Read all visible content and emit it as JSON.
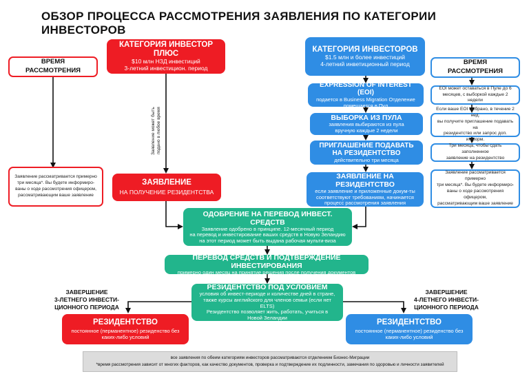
{
  "title": "ОБЗОР ПРОЦЕССА РАССМОТРЕНИЯ ЗАЯВЛЕНИЯ ПО КАТЕГОРИИ ИНВЕСТОРОВ",
  "colors": {
    "red": "#ee1c24",
    "blue": "#2f8de4",
    "green": "#22b58c"
  },
  "left": {
    "category": {
      "title": "КАТЕГОРИЯ ИНВЕСТОР ПЛЮС",
      "line1": "$10 млн НЗД инвестиций",
      "line2": "3-летний инвестицион. период"
    },
    "time_title": "ВРЕМЯ РАССМОТРЕНИЯ",
    "vertical_note": [
      "Заявление может быть",
      "подано в любое время"
    ],
    "application": {
      "title": "ЗАЯВЛЕНИЕ",
      "subtitle": "НА ПОЛУЧЕНИЕ РЕЗИДЕНТСТВА"
    },
    "application_note": [
      "Заявление рассматривается примерно",
      "три месяца*. Вы будете информиро-",
      "ваны о ходе рассмотрения офицером,",
      "рассматривающим ваше заявление"
    ]
  },
  "right": {
    "category": {
      "title": "КАТЕГОРИЯ ИНВЕСТОРОВ",
      "line1": "$1.5 млн и более инвестиций",
      "line2": "4-летний инветиционный период"
    },
    "time_title": "ВРЕМЯ РАССМОТРЕНИЯ",
    "eoi": {
      "title": "EXPRESSION OF INTEREST (EOI)",
      "line1": "подается в Business Migration Отделение",
      "line2": "помещается в Пул",
      "note": [
        "EOI может оставаться в Пуле до 6",
        "месяцев, с выборкой каждые 2 недели"
      ]
    },
    "pool": {
      "title": "ВЫБОРКА ИЗ ПУЛА",
      "line1": "заявления выбираются из пула",
      "line2": "вручную каждые 2 недели",
      "note": [
        "Если ваше EOI выбрано, в течение 2 нед.",
        "вы получите приглашение подавать на",
        "резидентство или запрос доп. информ."
      ]
    },
    "invitation": {
      "title1": "ПРИГЛАШЕНИЕ ПОДАВАТЬ",
      "title2": "НА РЕЗИДЕНТСТВО",
      "line1": "действительно три месяца",
      "note": [
        "Три месяца, чтобы сдать заполненное",
        "заявление на резидентство"
      ]
    },
    "application": {
      "title": "ЗАЯВЛЕНИЕ НА РЕЗИДЕНТСТВО",
      "line1": "если заявление и приложенные докум-ты",
      "line2": "соответствуют требованиям, начинается",
      "line3": "процесс рассмотрения заявления",
      "note": [
        "Заявление рассматривается примерно",
        "три месяца*. Вы будете информиро-",
        "ваны о ходе рассмотрения офицером,",
        "рассматривающим ваше заявление"
      ]
    }
  },
  "approval": {
    "title": "ОДОБРЕНИЕ НА ПЕРЕВОД ИНВЕСТ. СРЕДСТВ",
    "line1": "Заявление одобрено в принципе. 12-месячный период",
    "line2": "на перевод и инвестирование ваших средств в Новую Зеландию",
    "line3": "на этот период может быть выдана рабочая мульти-виза"
  },
  "transfer": {
    "title": "ПЕРЕВОД СРЕДСТВ И ПОДТВЕРЖДЕНИЕ ИНВЕСТИРОВАНИЯ",
    "line1": "примерно один месяц на принятие решения после получения документов"
  },
  "conditional": {
    "title": "РЕЗИДЕНТСТВО ПОД УСЛОВИЕМ",
    "line1": "условия об инвест-периоде и количестве дней в стране,",
    "line2": "также курсы английского для членов семьи (если нет ELTS)",
    "line3": "Резидентство позволяет жить, работать, учиться в",
    "line4": "Новой Зеландии"
  },
  "end_left": [
    "ЗАВЕРШЕНИЕ",
    "3-ЛЕТНЕГО ИНВЕСТИ-",
    "ЦИОННОГО ПЕРИОДА"
  ],
  "end_right": [
    "ЗАВЕРШЕНИЕ",
    "4-ЛЕТНЕГО ИНВЕСТИ-",
    "ЦИОННОГО ПЕРИОДА"
  ],
  "residence_left": {
    "title": "РЕЗИДЕНТСТВО",
    "line1": "постоянное (перманентное) резиденство без",
    "line2": "каких-либо условий"
  },
  "residence_right": {
    "title": "РЕЗИДЕНТСТВО",
    "line1": "постоянное (перманентное) резиденство без",
    "line2": "каких-либо условий"
  },
  "footer": {
    "line1": "все заявления по обеим категориям инвесторов рассматриваются отделением Бизнес-Миграции",
    "line2": "*время рассмотрения зависит от многих факторов, как качество документов, проверка и подтверждение их подлинности, замечания по здоровью и личности заявителей"
  }
}
